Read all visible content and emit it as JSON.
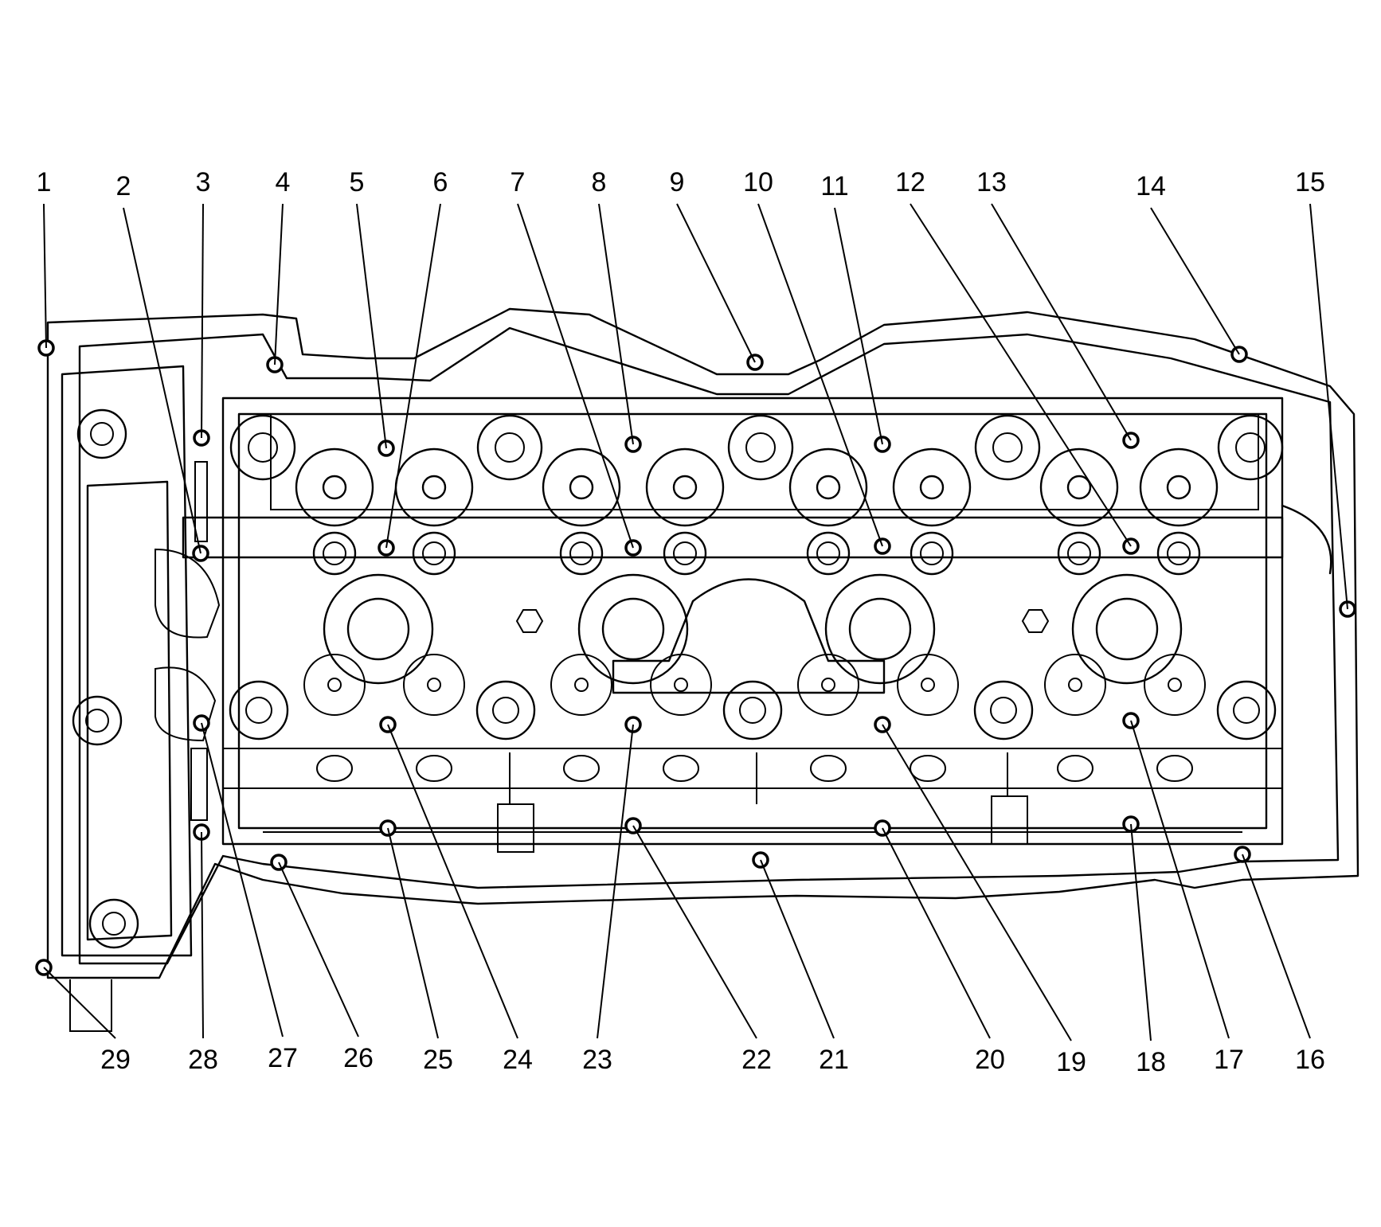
{
  "labels": [
    "1",
    "2",
    "3",
    "4",
    "5",
    "6",
    "7",
    "8",
    "9",
    "10",
    "11",
    "12",
    "13",
    "14",
    "15",
    "16",
    "17",
    "18",
    "19",
    "20",
    "21",
    "22",
    "23",
    "24",
    "25",
    "26",
    "27",
    "28",
    "29"
  ],
  "colors": {
    "line": "#000000",
    "background": "#ffffff"
  }
}
